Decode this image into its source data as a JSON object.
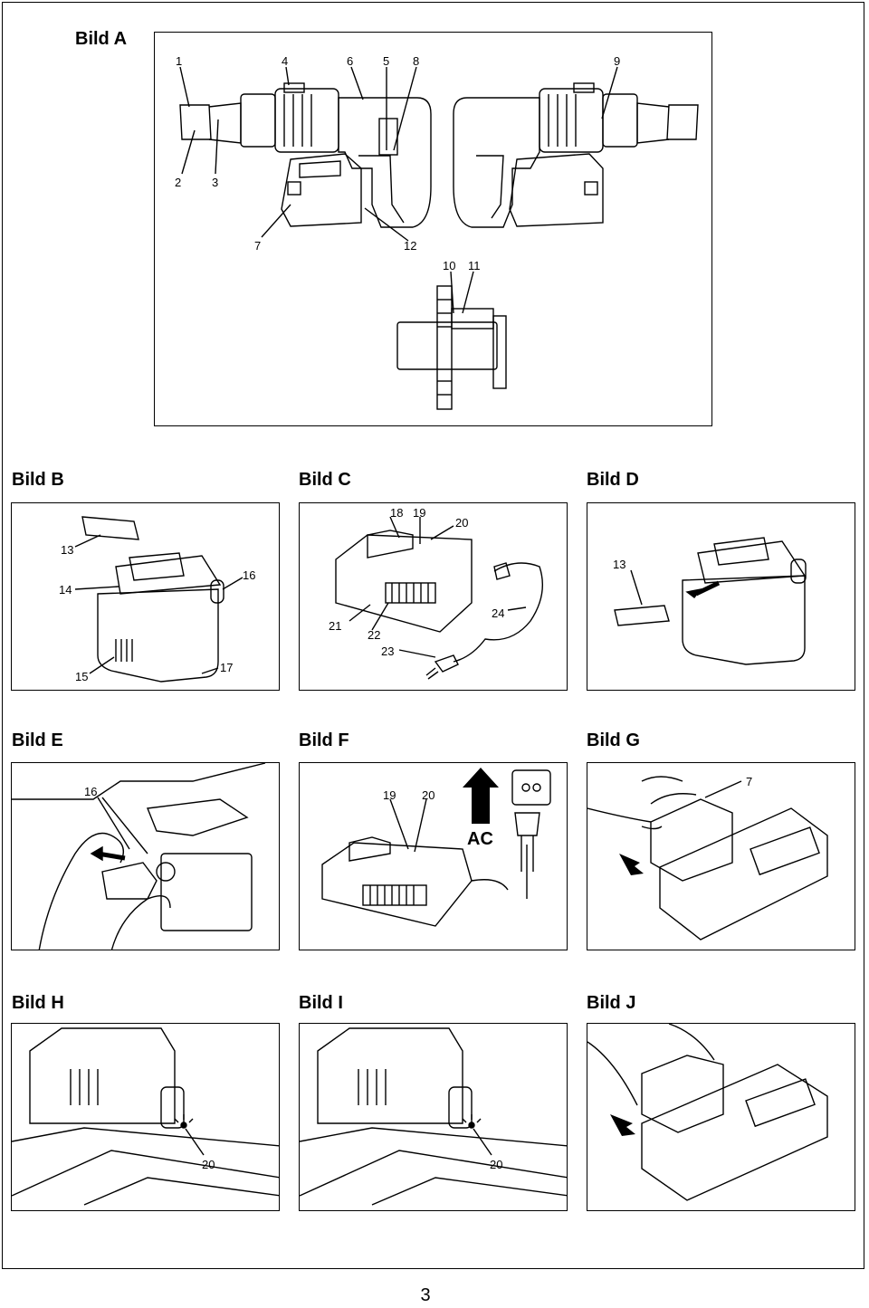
{
  "figures": {
    "a": {
      "title": "Bild A",
      "labels": [
        "1",
        "4",
        "6",
        "5",
        "8",
        "9",
        "2",
        "3",
        "7",
        "12",
        "10",
        "11"
      ]
    },
    "b": {
      "title": "Bild B",
      "labels": [
        "13",
        "14",
        "16",
        "15",
        "17"
      ]
    },
    "c": {
      "title": "Bild C",
      "labels": [
        "18",
        "19",
        "20",
        "24",
        "21",
        "22",
        "23"
      ]
    },
    "d": {
      "title": "Bild D",
      "labels": [
        "13"
      ]
    },
    "e": {
      "title": "Bild E",
      "labels": [
        "16"
      ]
    },
    "f": {
      "title": "Bild F",
      "labels": [
        "19",
        "20"
      ],
      "ac": "AC"
    },
    "g": {
      "title": "Bild G",
      "labels": [
        "7"
      ]
    },
    "h": {
      "title": "Bild H",
      "labels": [
        "20"
      ]
    },
    "i": {
      "title": "Bild I",
      "labels": [
        "20"
      ]
    },
    "j": {
      "title": "Bild J",
      "labels": []
    }
  },
  "page_number": "3"
}
